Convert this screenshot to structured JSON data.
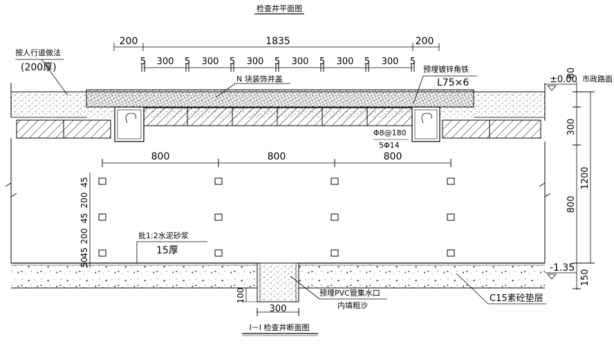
{
  "title_top": "检查井平面图",
  "title_bottom": "I－I 检查井断面图",
  "labels": {
    "sidewalk_method": "按人行道做法",
    "sidewalk_thickness": "(200厚)",
    "n_cover": "N 块装饰井盖",
    "angle_embed": "预埋镀锌角铁",
    "angle_size": "L75×6",
    "rebar1": "Φ8@180",
    "rebar2": "5Φ14",
    "elev_top": "±0.00",
    "road_surface": "市政路面",
    "mortar": "批1:2水泥砂浆",
    "mortar_thk": "15厚",
    "elev_bottom": "-1.35",
    "pvc": "预埋PVC管集水口",
    "sand": "内填粗沙",
    "c15": "C15素砼垫层"
  },
  "dims": {
    "overall": "1835",
    "side_left": "200",
    "side_right": "200",
    "seg": [
      "5",
      "300",
      "5",
      "300",
      "5",
      "300",
      "5",
      "300",
      "5",
      "300",
      "5",
      "300",
      "5"
    ],
    "grid": [
      "800",
      "800",
      "800"
    ],
    "right": [
      "80",
      "300",
      "1200",
      "800",
      "150"
    ],
    "left": [
      "45",
      "200",
      "45",
      "200",
      "45",
      "50"
    ],
    "pit_width": "300",
    "pit_depth": "100"
  }
}
